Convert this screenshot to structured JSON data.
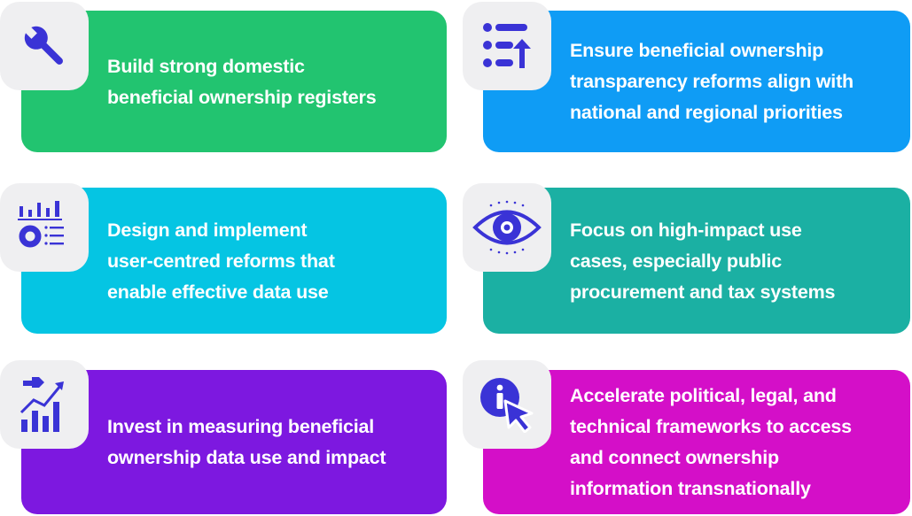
{
  "colors": {
    "icon_accent": "#3a33d6",
    "icon_tile_bg": "#efeff1",
    "text": "#ffffff"
  },
  "cards": [
    {
      "text": "Build strong domestic\nbeneficial ownership registers",
      "color": "#22c470",
      "icon": "wrench-icon"
    },
    {
      "text": "Ensure beneficial ownership\ntransparency reforms align with\nnational and regional priorities",
      "color": "#0f9cf5",
      "icon": "list-upload-icon"
    },
    {
      "text": "Design and implement\nuser-centred reforms that\nenable effective data use",
      "color": "#05c5e3",
      "icon": "dashboard-chart-icon"
    },
    {
      "text": "Focus on high-impact use\ncases, especially public\nprocurement and tax systems",
      "color": "#1bb0a3",
      "icon": "eye-icon"
    },
    {
      "text": "Invest in measuring beneficial\nownership data use and impact",
      "color": "#7d18e0",
      "icon": "growth-chart-icon"
    },
    {
      "text": "Accelerate political, legal, and\ntechnical frameworks to access\nand connect ownership\ninformation transnationally",
      "color": "#d40fc8",
      "icon": "info-cursor-icon"
    }
  ]
}
